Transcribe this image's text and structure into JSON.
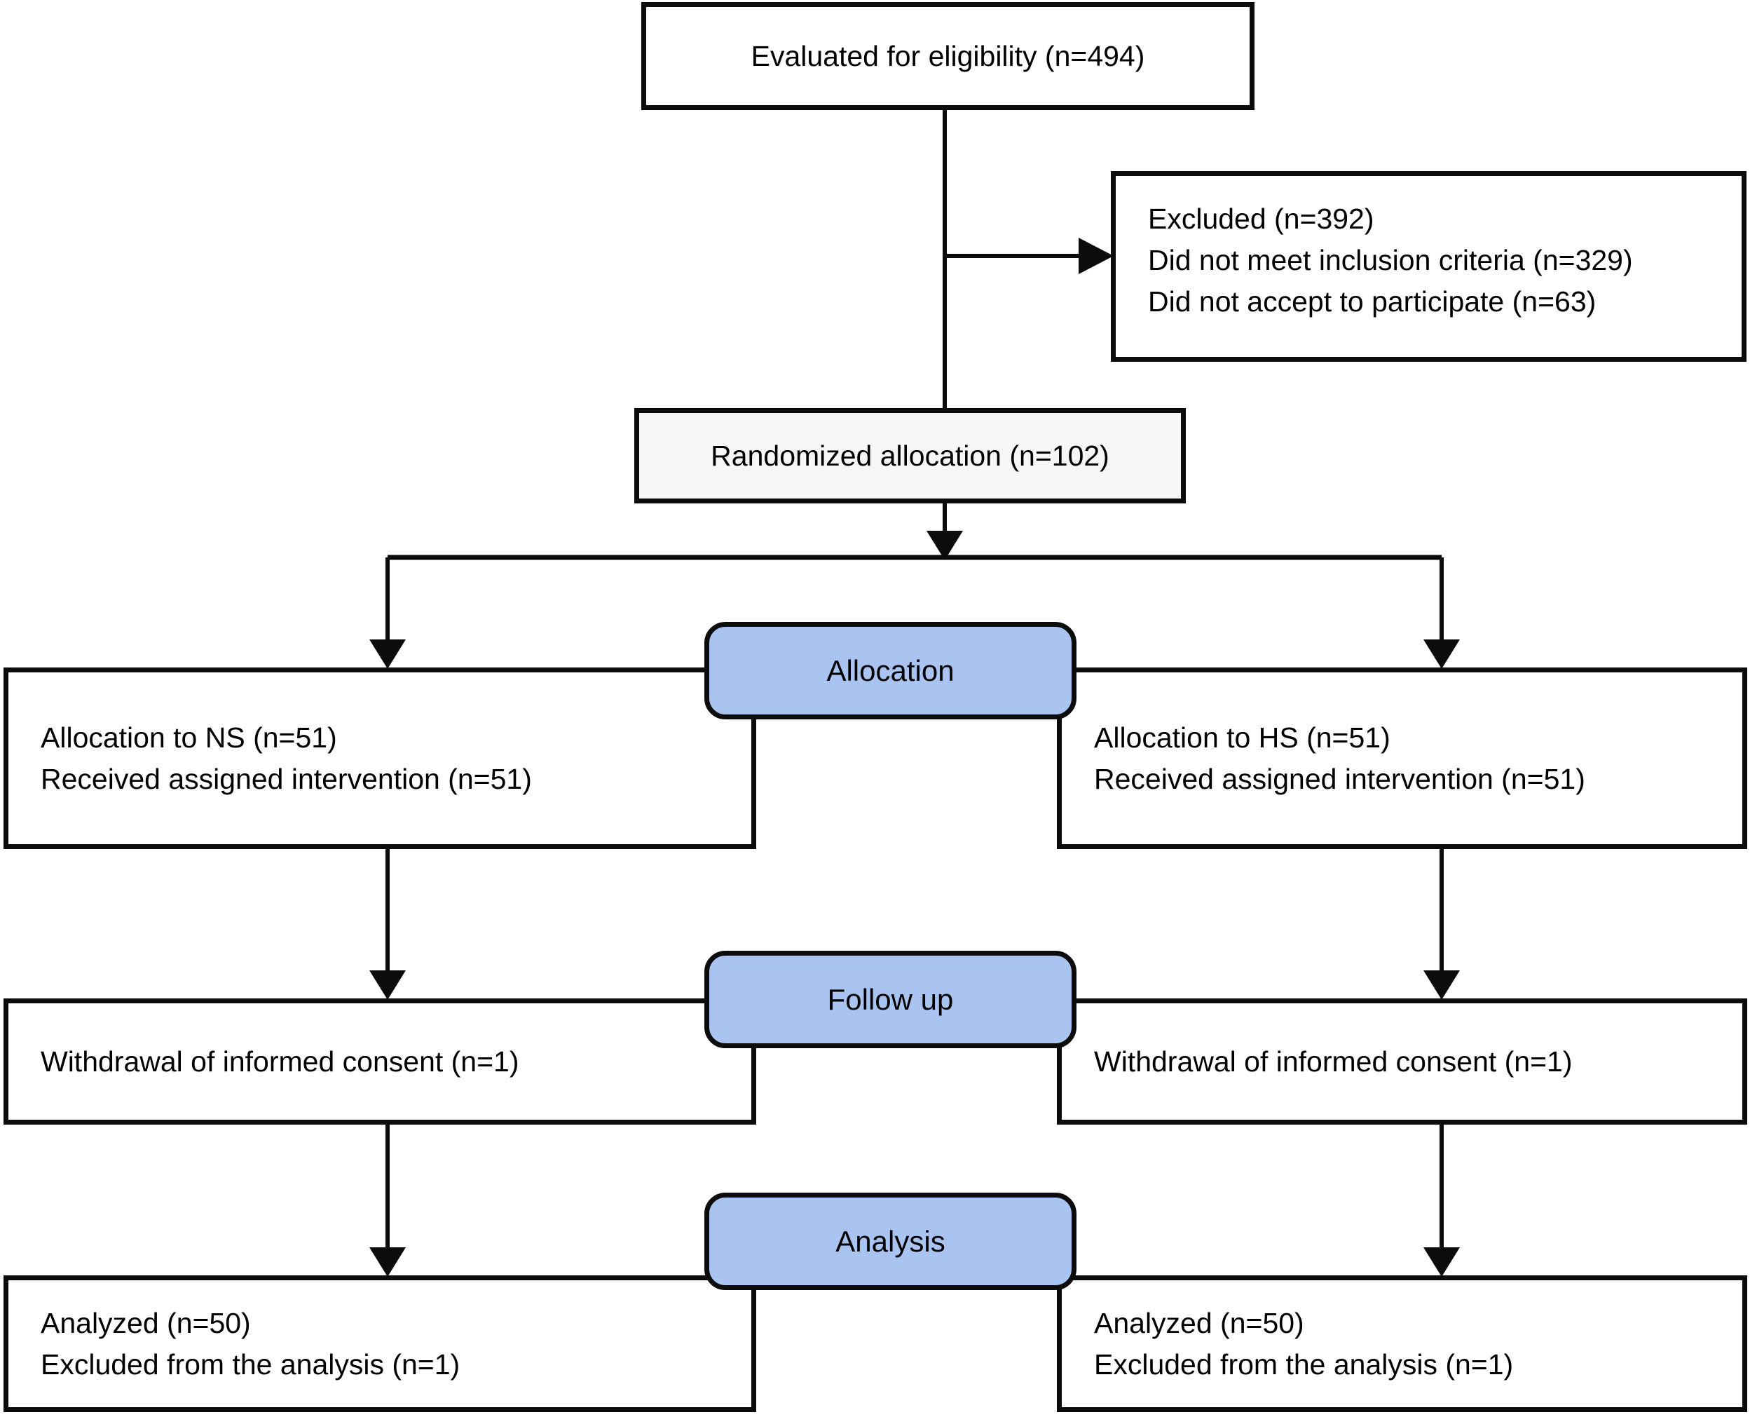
{
  "figure": {
    "type": "consort-flow-diagram",
    "colors": {
      "background": "#ffffff",
      "box_border": "#0c0c0c",
      "stage_label_fill": "#a9c4f1",
      "randomized_fill": "#f6f6f7"
    }
  },
  "flow": {
    "eligibility": "Evaluated for eligibility (n=494)",
    "excluded_lines": [
      "Excluded (n=392)",
      "Did not meet inclusion criteria (n=329)",
      "Did not accept to participate (n=63)"
    ],
    "randomized": "Randomized allocation (n=102)",
    "stages": {
      "allocation": {
        "label": "Allocation",
        "left": [
          "Allocation to NS (n=51)",
          "Received assigned intervention (n=51)"
        ],
        "right": [
          "Allocation to HS (n=51)",
          "Received assigned intervention (n=51)"
        ]
      },
      "followup": {
        "label": "Follow up",
        "left": [
          "Withdrawal of informed consent (n=1)"
        ],
        "right": [
          "Withdrawal of informed consent (n=1)"
        ]
      },
      "analysis": {
        "label": "Analysis",
        "left": [
          "Analyzed (n=50)",
          "Excluded from the analysis (n=1)"
        ],
        "right": [
          "Analyzed (n=50)",
          "Excluded from the analysis (n=1)"
        ]
      }
    }
  }
}
